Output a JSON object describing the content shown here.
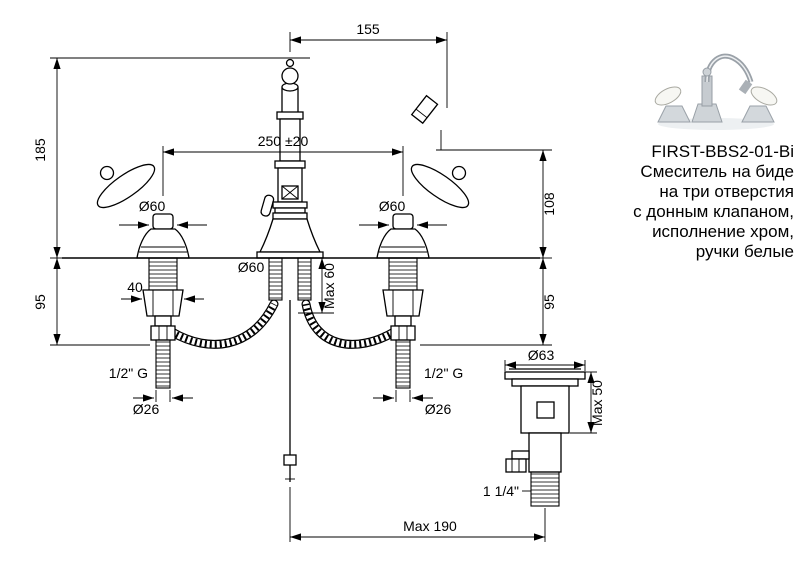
{
  "product": {
    "code": "FIRST-BBS2-01-Bi",
    "description_lines": [
      "Смеситель на биде",
      "на три отверстия",
      "с донным клапаном,",
      "исполнение хром,",
      "ручки белые"
    ]
  },
  "dimensions": {
    "spout_reach": "155",
    "total_height": "185",
    "axis_spread": "250 ±20",
    "outlet_height": "108",
    "handle_base_diameter_left": "Ø60",
    "handle_base_diameter_right": "Ø60",
    "center_base_diameter": "Ø60",
    "max_deck_thickness": "Max 60",
    "under_deck_left": "95",
    "under_deck_right": "95",
    "nut_width": "40",
    "inlet_thread_left": "1/2\" G",
    "inlet_thread_right": "1/2\" G",
    "tail_diameter_left": "Ø26",
    "tail_diameter_right": "Ø26",
    "drain_flange_diameter": "Ø63",
    "drain_max_thickness": "Max 50",
    "drain_thread": "1 1/4\"",
    "max_drain_distance": "Max 190"
  }
}
